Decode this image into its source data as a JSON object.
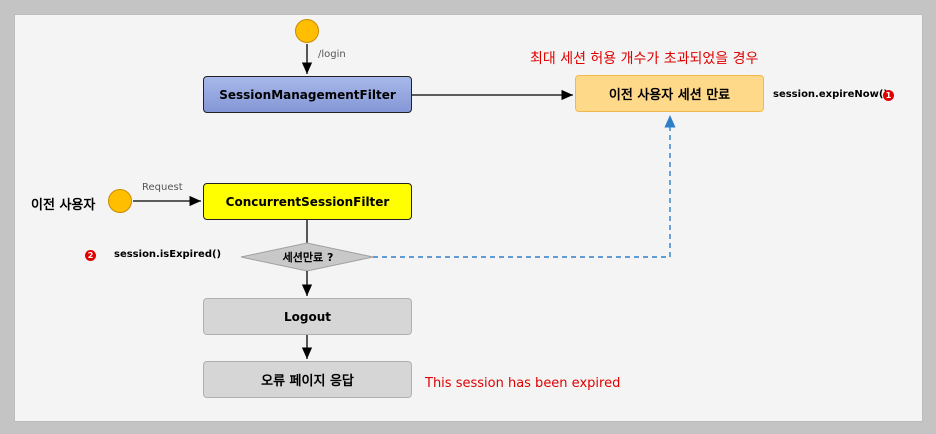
{
  "diagram": {
    "login_label": "/login",
    "session_management_filter": "SessionManagementFilter",
    "concurrent_session_filter": "ConcurrentSessionFilter",
    "max_session_note": "최대 세션 허용 개수가 초과되었을 경우",
    "expire_previous_user": "이전 사용자 세션 만료",
    "expire_now_call": "session.expireNow()",
    "badge_1": "1",
    "previous_user": "이전 사용자",
    "request_label": "Request",
    "badge_2": "2",
    "is_expired_call": "session.isExpired()",
    "decision": "세션만료 ?",
    "logout": "Logout",
    "error_response": "오류 페이지 응답",
    "expired_message": "This session has been expired"
  },
  "colors": {
    "start_node": "#ffbe00",
    "filter_blue": "#8597d6",
    "filter_yellow": "#ffff00",
    "expire_box": "#ffd98a",
    "gray_box": "#d6d6d6",
    "dashed_arrow": "#2f7fc8",
    "red_text": "#e00000"
  }
}
